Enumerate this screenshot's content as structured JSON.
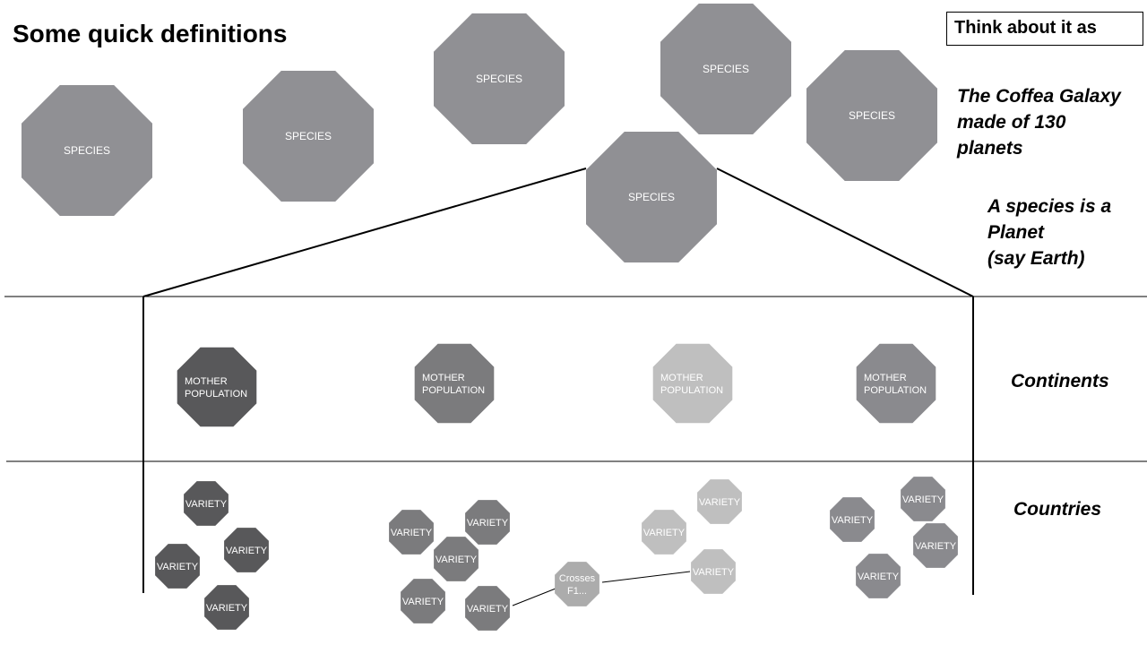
{
  "title": "Some quick definitions",
  "callout": "Think about it as",
  "notes": {
    "galaxy": [
      "The Coffea Galaxy",
      "made of 130",
      "planets"
    ],
    "planet": [
      "A species is a",
      "Planet",
      "(say Earth)"
    ],
    "continents": "Continents",
    "countries": "Countries"
  },
  "labels": {
    "species": "SPECIES",
    "mother_population": [
      "MOTHER",
      "POPULATION"
    ],
    "variety": "VARIETY",
    "crosses": [
      "Crosses",
      "F1..."
    ]
  },
  "colors": {
    "species": "#909094",
    "shade_dark": "#58585a",
    "shade_mid": "#7b7b7d",
    "shade_light": "#bfbfbf",
    "shade_gray": "#8a8a8e",
    "crosses": "#acacac",
    "line": "#000000"
  }
}
